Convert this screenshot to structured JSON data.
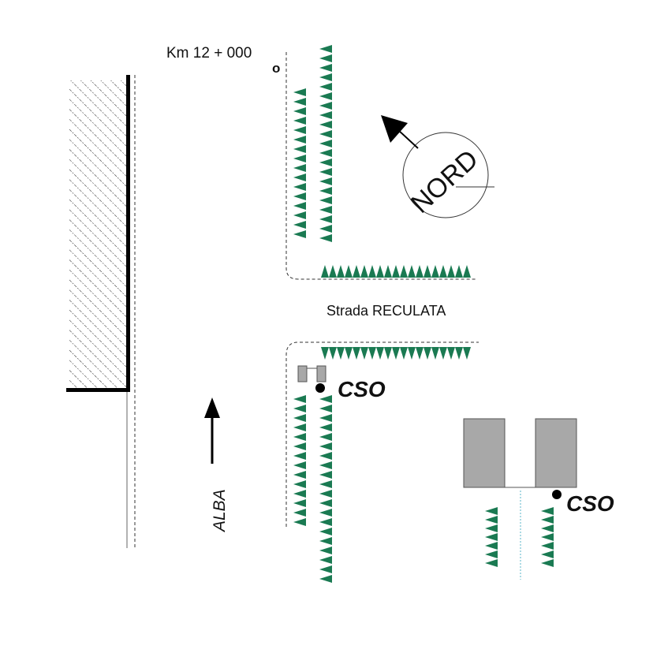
{
  "labels": {
    "km_marker": "Km 12 + 000",
    "km_point": "o",
    "road_name": "Strada RECULATA",
    "direction": "ALBA",
    "north": "NORD",
    "cso_1": "CSO",
    "cso_2": "CSO"
  },
  "colors": {
    "tree": "#1a7a52",
    "building": "#a8a8a8",
    "wall": "#000000",
    "dashed": "#333333",
    "thin_line": "#666666",
    "cyan_line": "#5ab4c8"
  }
}
